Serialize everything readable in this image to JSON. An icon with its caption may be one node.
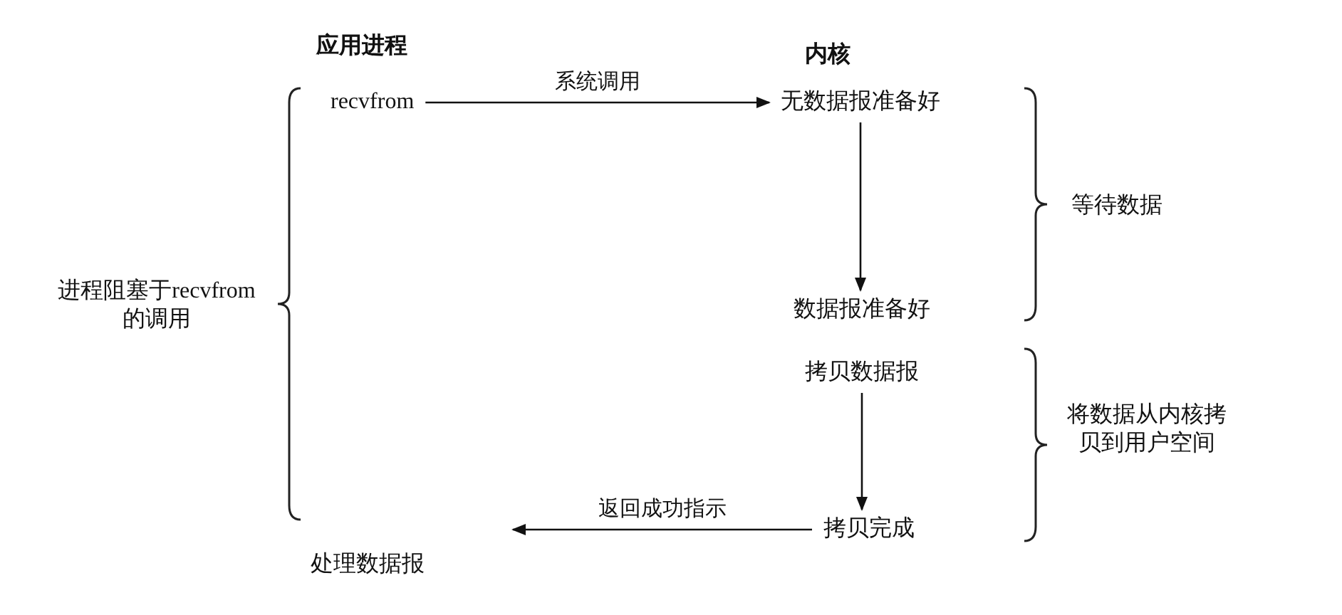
{
  "diagram": {
    "nodes": [
      {
        "text": [
          "recvfrom"
        ]
      },
      {
        "text": [
          "无数据报准备好"
        ]
      },
      {
        "text": [
          "数据报准备好"
        ]
      },
      {
        "text": [
          "拷贝数据报"
        ]
      },
      {
        "text": [
          "拷贝完成"
        ]
      },
      {
        "text": [
          "处理数据报"
        ]
      }
    ],
    "edges": [
      {
        "from": 0,
        "to": 1,
        "arrow": "to",
        "label": "系统调用"
      },
      {
        "from": 1,
        "to": 2,
        "arrow": "to"
      },
      {
        "from": 3,
        "to": 4,
        "arrow": "to"
      },
      {
        "from": 4,
        "to": null,
        "arrow": "to",
        "label": "返回成功指示"
      }
    ],
    "labels": [
      "应用进程",
      "内核",
      "等待数据",
      "进程阻塞于recvfrom的调用",
      "将数据从内核拷贝到用户空间"
    ]
  }
}
